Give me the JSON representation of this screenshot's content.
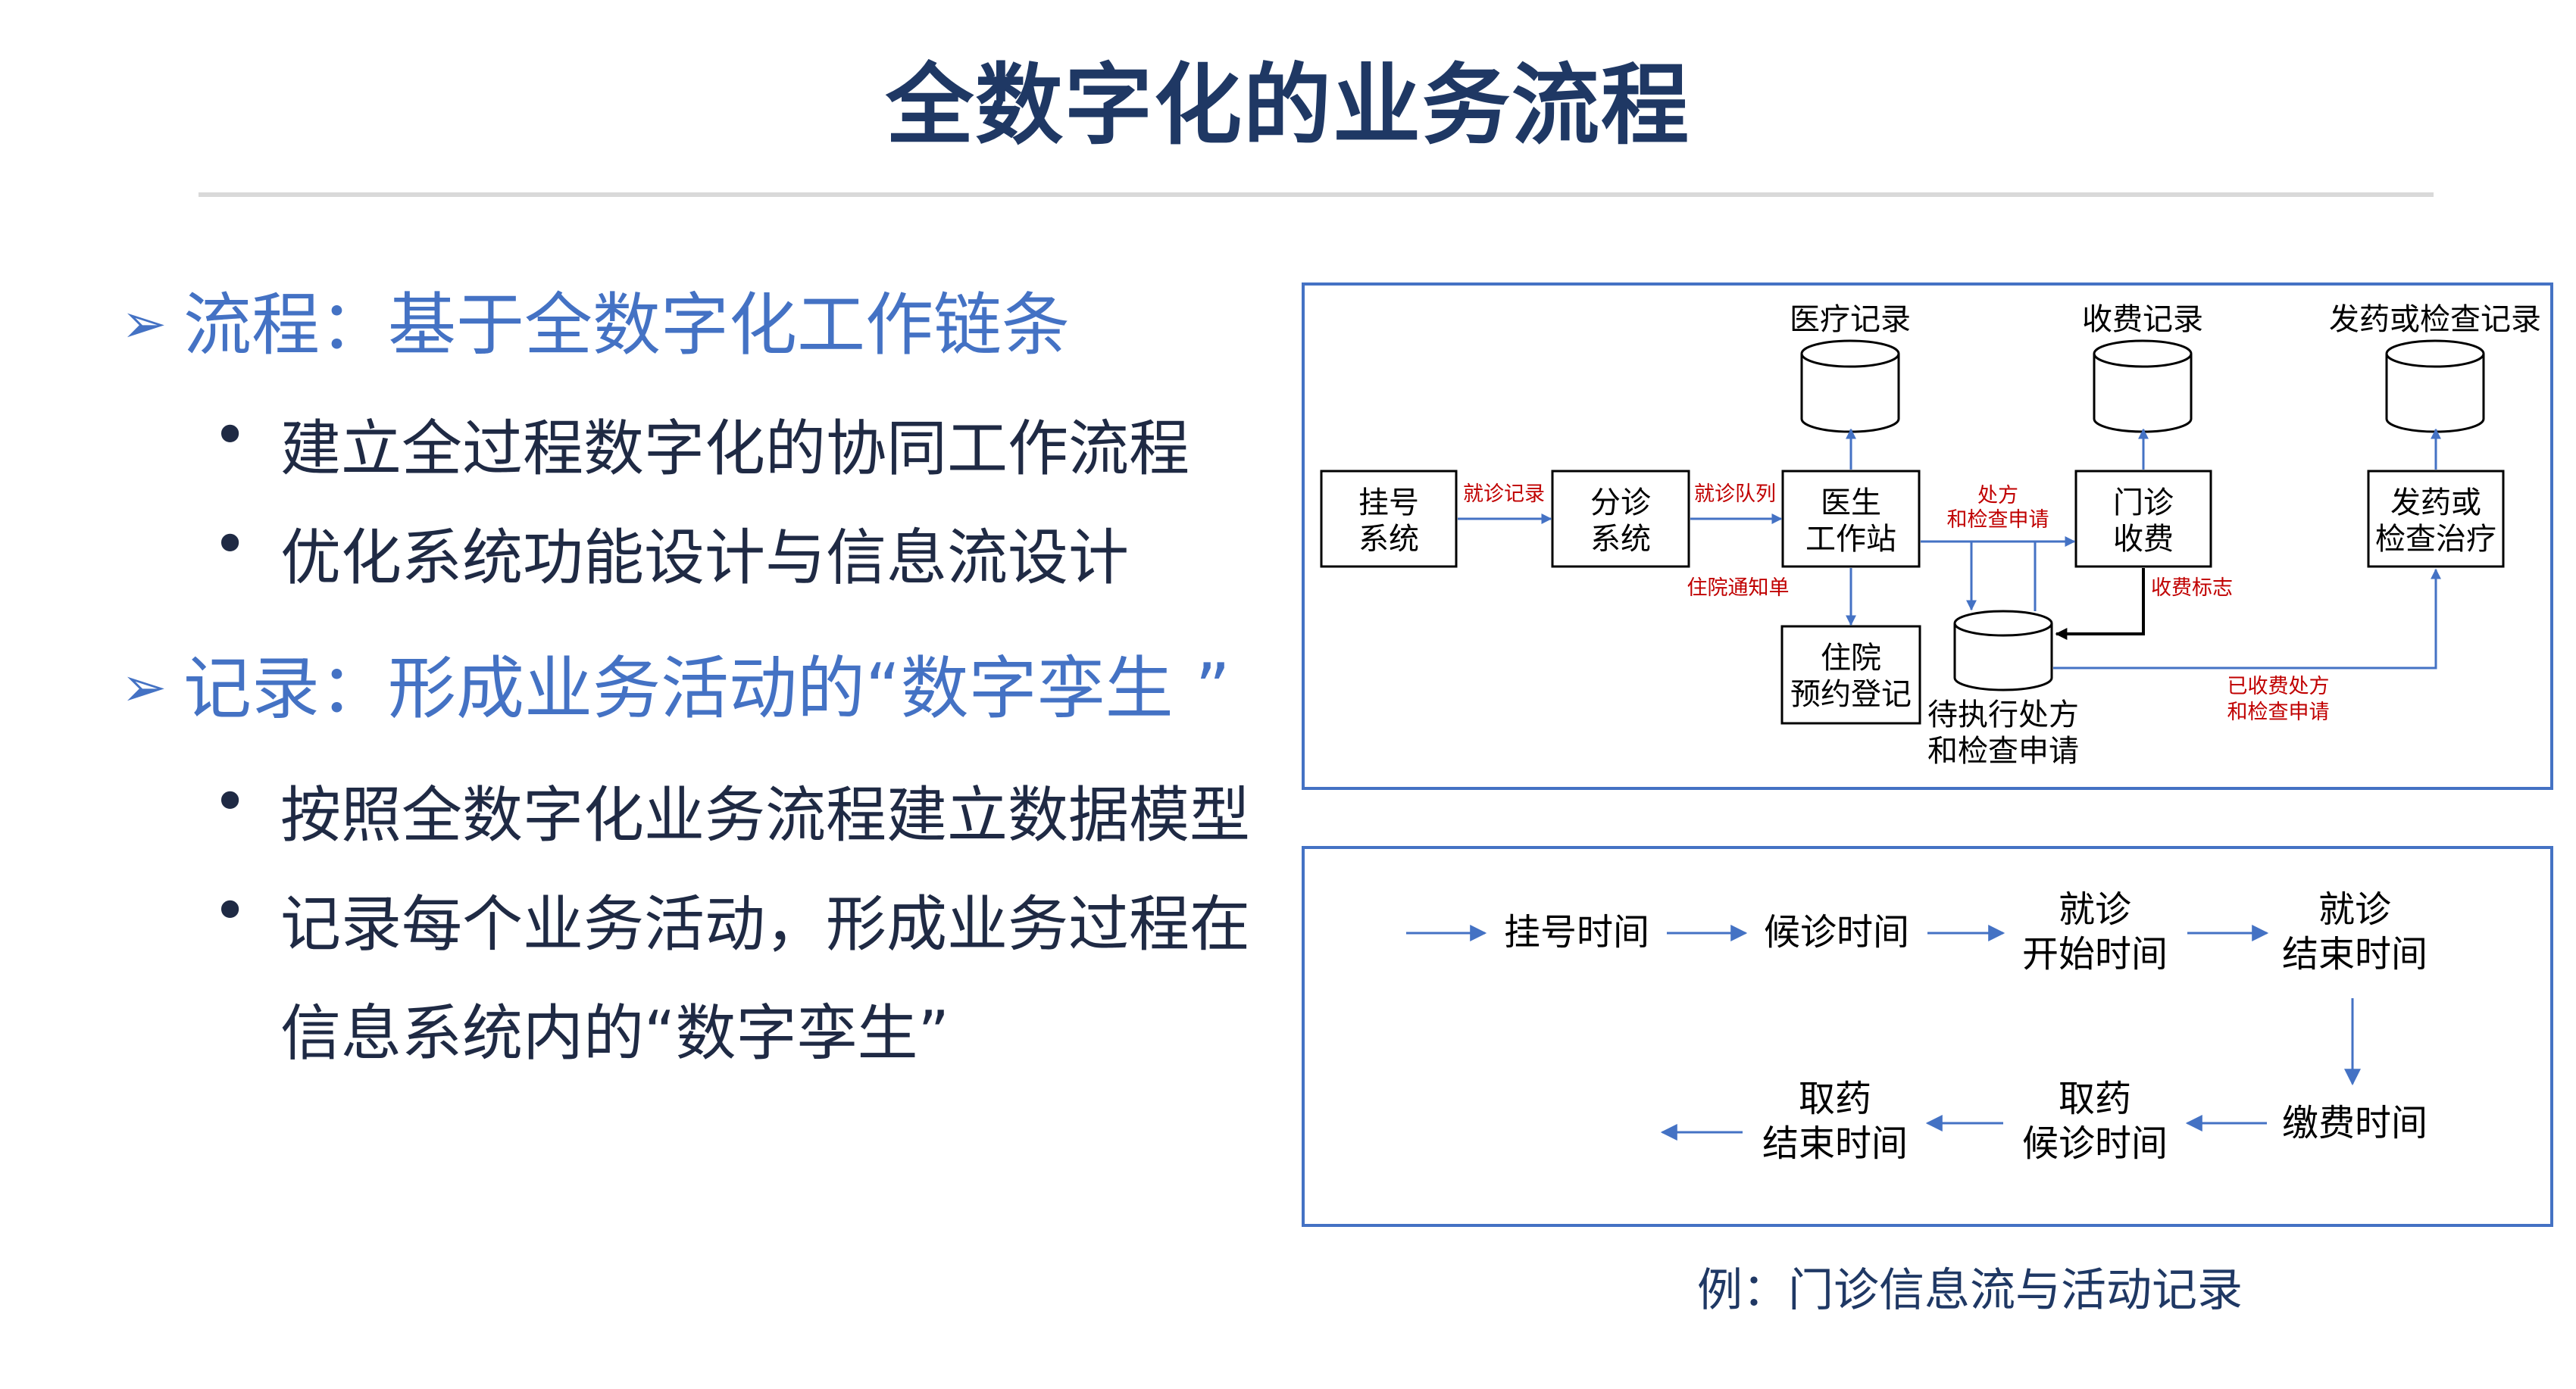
{
  "title": "全数字化的业务流程",
  "left": {
    "h1": "流程：基于全数字化工作链条",
    "h1_b1": "建立全过程数字化的协同工作流程",
    "h1_b2": "优化系统功能设计与信息流设计",
    "h2": "记录：形成业务活动的“数字孪生 ”",
    "h2_b1": "按照全数字化业务流程建立数据模型",
    "h2_b2_line1": "记录每个业务活动，形成业务过程在",
    "h2_b2_line2": "信息系统内的“数字孪生”",
    "arrow_glyph": "➢",
    "bullet_glyph": "•"
  },
  "diagram1": {
    "db_medical": "医疗记录",
    "db_fee": "收费记录",
    "db_dispense": "发药或检查记录",
    "box_registration": [
      "挂号",
      "系统"
    ],
    "box_triage": [
      "分诊",
      "系统"
    ],
    "box_doctor": [
      "医生",
      "工作站"
    ],
    "box_cashier": [
      "门诊",
      "收费"
    ],
    "box_treatment": [
      "发药或",
      "检查治疗"
    ],
    "box_inpatient": [
      "住院",
      "预约登记"
    ],
    "db_pending": [
      "待执行处方",
      "和检查申请"
    ],
    "lbl_visit_record": "就诊记录",
    "lbl_visit_queue": "就诊队列",
    "lbl_prescription": [
      "处方",
      "和检查申请"
    ],
    "lbl_admission": "住院通知单",
    "lbl_paid_flag": "收费标志",
    "lbl_paid": [
      "已收费处方",
      "和检查申请"
    ]
  },
  "diagram2": {
    "t1": "挂号时间",
    "t2": "候诊时间",
    "t3": [
      "就诊",
      "开始时间"
    ],
    "t4": [
      "就诊",
      "结束时间"
    ],
    "t5": "缴费时间",
    "t6": [
      "取药",
      "候诊时间"
    ],
    "t7": [
      "取药",
      "结束时间"
    ]
  },
  "caption": "例：门诊信息流与活动记录",
  "colors": {
    "title": "#1f3864",
    "accent": "#4472c4",
    "label_red": "#c00000",
    "arrow": "#4472c4"
  }
}
